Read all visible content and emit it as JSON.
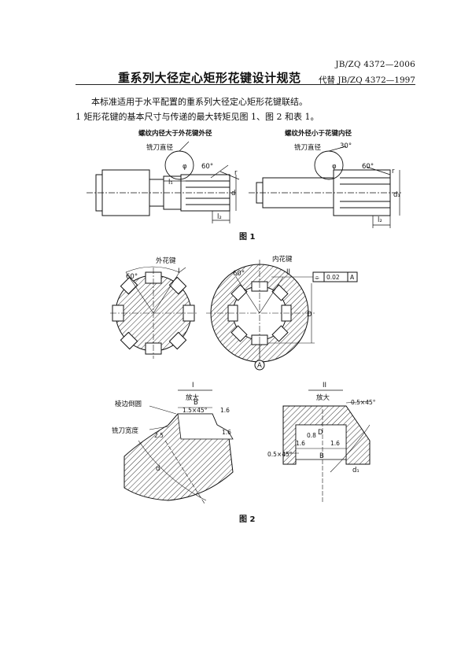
{
  "header": {
    "std_code": "JB/ZQ 4372—2006",
    "replaces": "代替 JB/ZQ 4372—1997",
    "title": "重系列大径定心矩形花键设计规范"
  },
  "body": {
    "intro": "本标准适用于水平配置的重系列大径定心矩形花键联结。",
    "clause1": "1   矩形花键的基本尺寸与传递的最大转矩见图 1、图 2 和表 1。"
  },
  "figure1": {
    "caption": "图 1",
    "left_title": "螺纹内径大于外花键外径",
    "right_title": "螺纹外径小于花键内径",
    "cutter_dia_left": "铣刀直径",
    "cutter_dia_right": "铣刀直径",
    "angle_60": "60°",
    "angle_30": "30°",
    "r": "r",
    "l1": "l₁",
    "l2": "l₂",
    "d1": "d₁",
    "d": "d",
    "phi": "φ"
  },
  "figure2": {
    "caption": "图 2",
    "external_spline": "外花键",
    "internal_spline": "内花键",
    "mark_I": "I",
    "mark_II": "II",
    "angle_60": "60°",
    "D": "D",
    "datum": "A",
    "tolerance": "0.02",
    "tol_datum": "A",
    "detail_I_roman": "I",
    "detail_I_scale": "放大",
    "detail_II_roman": "II",
    "detail_II_scale": "放大",
    "edge_round": "棱边倒圆",
    "cutter_width": "铣刀宽度",
    "B": "B",
    "chamfer_15": "1.5×45°",
    "chamfer_05a": "0.5×45°",
    "chamfer_05b": "0.5×45°",
    "r_16a": "1.6",
    "r_16b": "1.6",
    "r_16c": "1.6",
    "r_16d": "1.6",
    "r_08": "0.8",
    "r_25": "2.5",
    "d_label": "d",
    "D_label": "D",
    "d1_label": "d₁"
  },
  "colors": {
    "ink": "#111111",
    "hatch": "#333333",
    "paper": "#ffffff"
  }
}
